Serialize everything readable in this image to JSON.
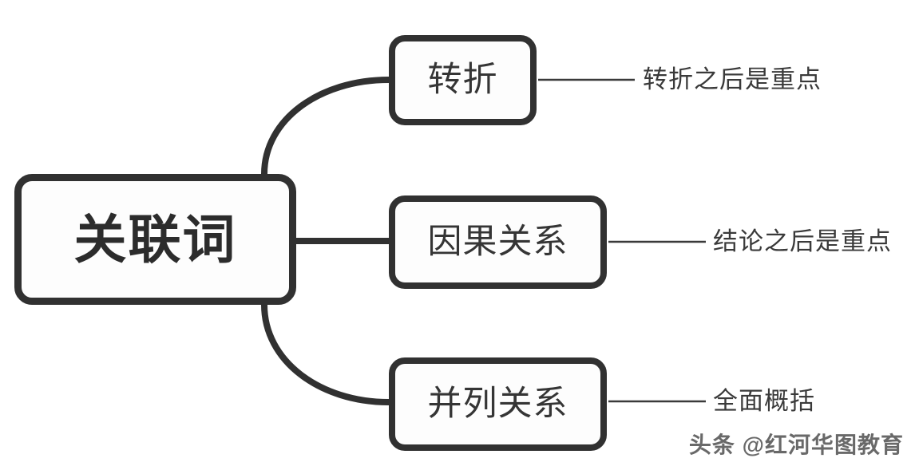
{
  "diagram": {
    "type": "mind-map",
    "title": "关联词",
    "root": {
      "label": "关联词"
    },
    "branches": [
      {
        "id": "branch-1",
        "label": "转折",
        "leaf": "转折之后是重点"
      },
      {
        "id": "branch-2",
        "label": "因果关系",
        "leaf": "结论之后是重点"
      },
      {
        "id": "branch-3",
        "label": "并列关系",
        "leaf": "全面概括"
      }
    ],
    "watermark": "头条 @红河华图教育",
    "colors": {
      "stroke": "#313131",
      "node_fill": "#fdfdfd",
      "root_text": "#2c2c2c",
      "branch_text": "#353535",
      "leaf_text": "#3a3a3a",
      "background": "#ffffff",
      "watermark_text": "#5d5d5d"
    }
  }
}
